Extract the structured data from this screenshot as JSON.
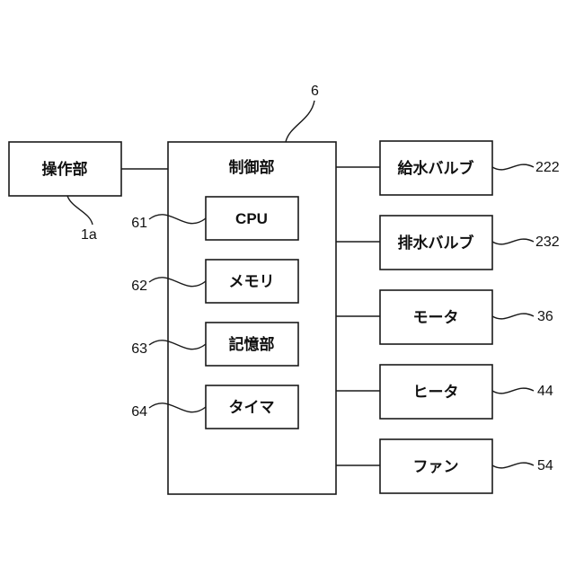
{
  "diagram": {
    "operation_unit": {
      "label": "操作部",
      "ref": "1a"
    },
    "controller": {
      "label": "制御部",
      "ref": "6"
    },
    "internal_components": [
      {
        "label": "CPU",
        "ref": "61"
      },
      {
        "label": "メモリ",
        "ref": "62"
      },
      {
        "label": "記憶部",
        "ref": "63"
      },
      {
        "label": "タイマ",
        "ref": "64"
      }
    ],
    "outputs": [
      {
        "label": "給水バルブ",
        "ref": "222"
      },
      {
        "label": "排水バルブ",
        "ref": "232"
      },
      {
        "label": "モータ",
        "ref": "36"
      },
      {
        "label": "ヒータ",
        "ref": "44"
      },
      {
        "label": "ファン",
        "ref": "54"
      }
    ]
  },
  "colors": {
    "stroke": "#1a1a1a",
    "text": "#111111",
    "background": "#ffffff"
  }
}
